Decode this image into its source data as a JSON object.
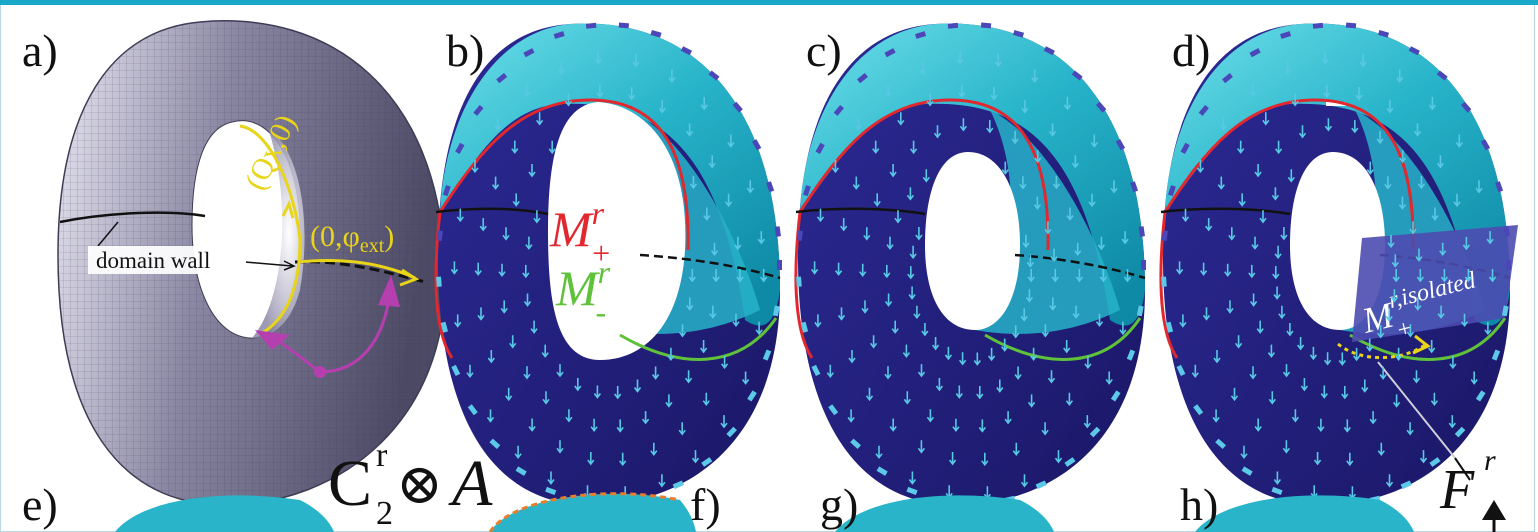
{
  "panels": {
    "a": "a)",
    "b": "b)",
    "c": "c)",
    "d": "d)",
    "e": "e)",
    "f": "f)",
    "g": "g)",
    "h": "h)"
  },
  "panel_a": {
    "coord_q": "(Qx,0)",
    "coord_phi_open": "(0,",
    "coord_phi_sym": "φ",
    "coord_phi_sub": "ext",
    "coord_phi_close": ")",
    "domain_wall": "domain wall"
  },
  "panel_b": {
    "m_letter_plus": "M",
    "m_sup_plus": "r",
    "m_sub_plus": "+",
    "m_letter_minus": "M",
    "m_sup_minus": "r",
    "m_sub_minus": "-"
  },
  "panel_d": {
    "iso_letter": "M",
    "iso_sup": "r,isolated",
    "iso_sub": "+"
  },
  "symmetry": {
    "c_letter": "C",
    "c_sup": "r",
    "c_sub": "2",
    "otimes": "⊗",
    "a_letter": "A"
  },
  "f_label": {
    "letter": "F",
    "sup": "r"
  },
  "colors": {
    "cyan": "#3bc6d6",
    "navy": "#221f7d",
    "red_curve": "#e0282e",
    "green_curve": "#5fc23a",
    "yellow": "#e8d418",
    "magenta": "#b63fb0",
    "torus_gray": "#6a6784",
    "frame_accent": "#19a8c8"
  }
}
